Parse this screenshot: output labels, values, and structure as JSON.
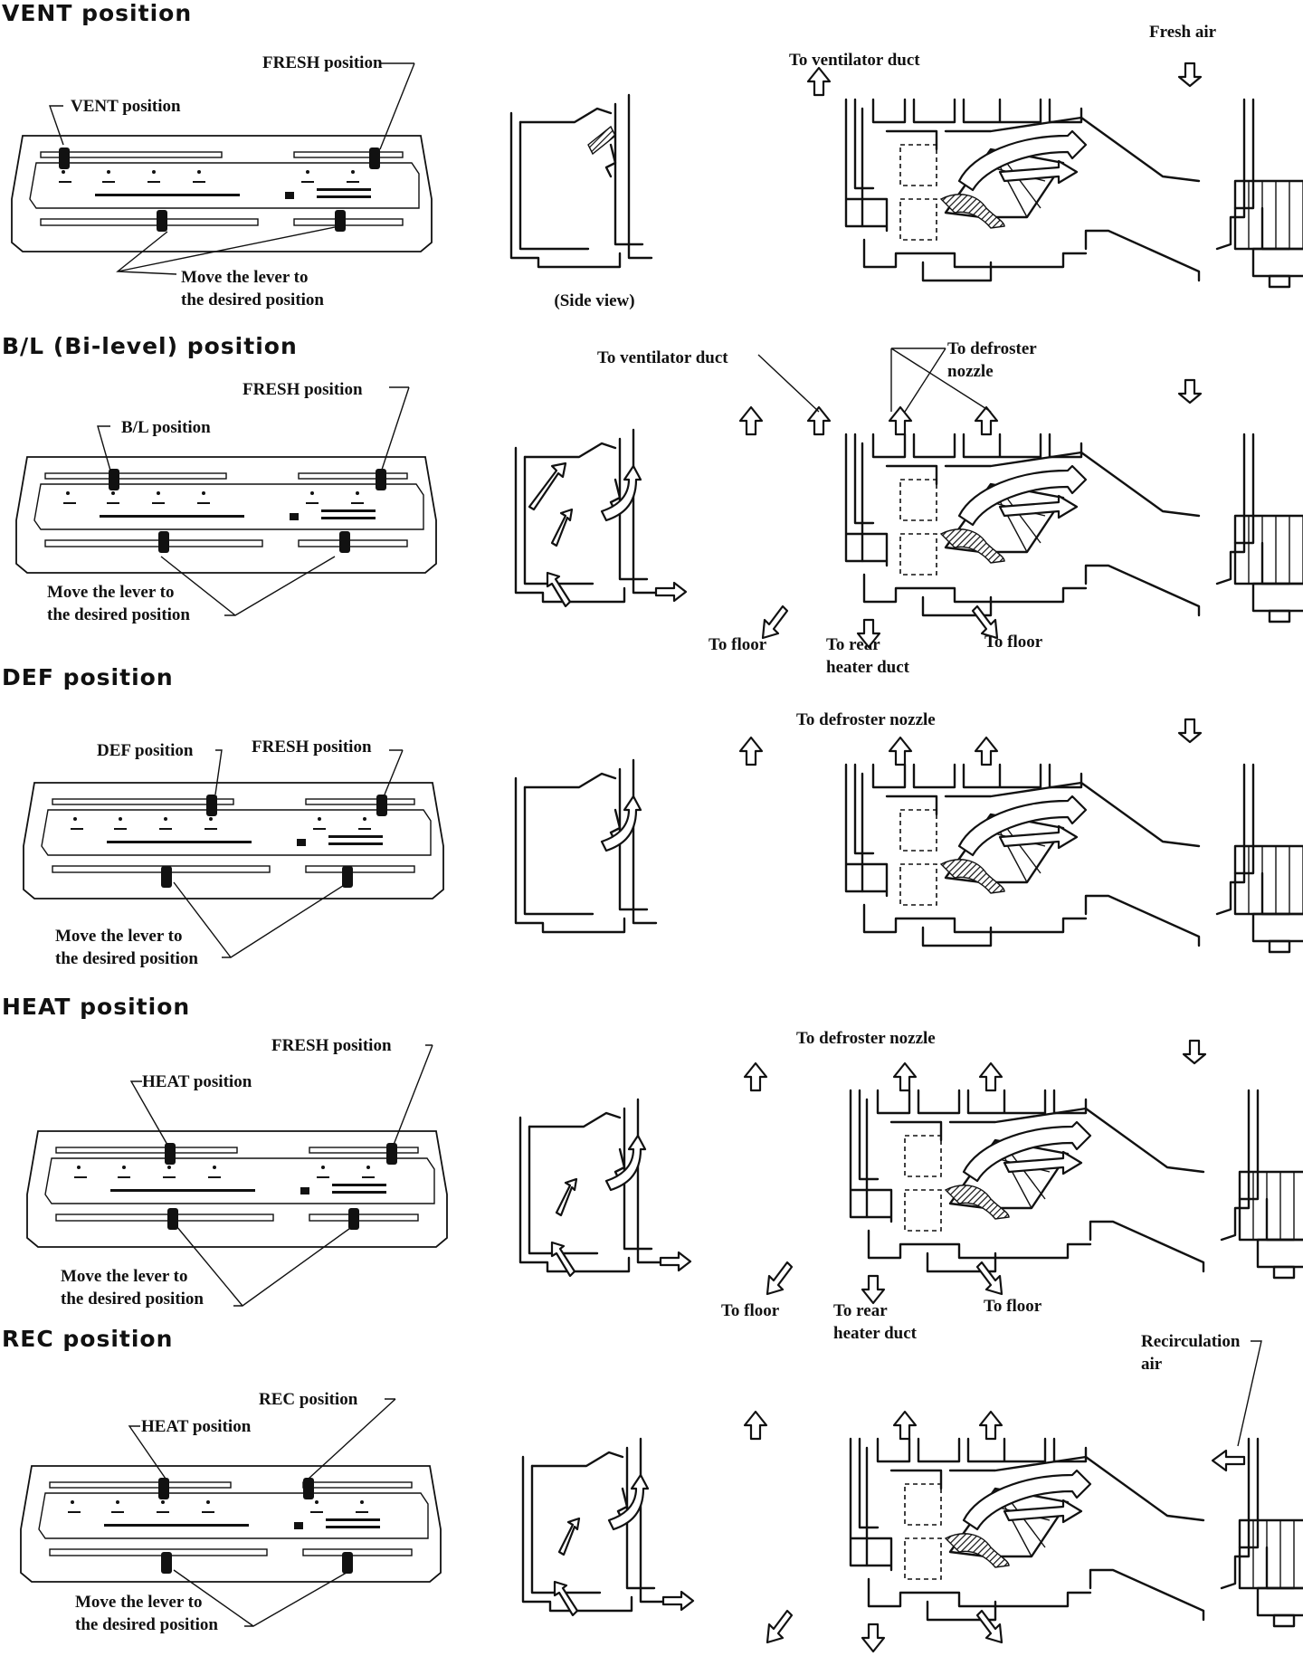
{
  "sections": [
    {
      "id": "vent",
      "title": "VENT position",
      "labels": {
        "mode": "VENT position",
        "intake": "FRESH position",
        "move": "Move the lever to\nthe desired position"
      },
      "flow_labels": {
        "side_view": "(Side view)",
        "ventilator": "To ventilator duct",
        "fresh_air": "Fresh air"
      }
    },
    {
      "id": "bl",
      "title": "B/L (Bi-level) position",
      "labels": {
        "mode": "B/L position",
        "intake": "FRESH position",
        "move": "Move the lever to\nthe desired position"
      },
      "flow_labels": {
        "ventilator": "To ventilator duct",
        "defroster": "To defroster\nnozzle",
        "floor_left": "To floor",
        "rear": "To rear\nheater duct",
        "floor_right": "To floor"
      }
    },
    {
      "id": "def",
      "title": "DEF position",
      "labels": {
        "mode": "DEF position",
        "intake": "FRESH position",
        "move": "Move the lever to\nthe desired position"
      },
      "flow_labels": {
        "defroster": "To defroster nozzle"
      }
    },
    {
      "id": "heat",
      "title": "HEAT position",
      "labels": {
        "mode": "HEAT position",
        "intake": "FRESH position",
        "move": "Move the lever to\nthe desired position"
      },
      "flow_labels": {
        "defroster": "To defroster nozzle",
        "floor_left": "To floor",
        "rear": "To rear\nheater duct",
        "floor_right": "To floor"
      }
    },
    {
      "id": "rec",
      "title": "REC position",
      "labels": {
        "mode": "HEAT position",
        "intake": "REC position",
        "move": "Move the lever to\nthe desired position"
      },
      "flow_labels": {
        "recirc": "Recirculation\nair"
      }
    }
  ]
}
